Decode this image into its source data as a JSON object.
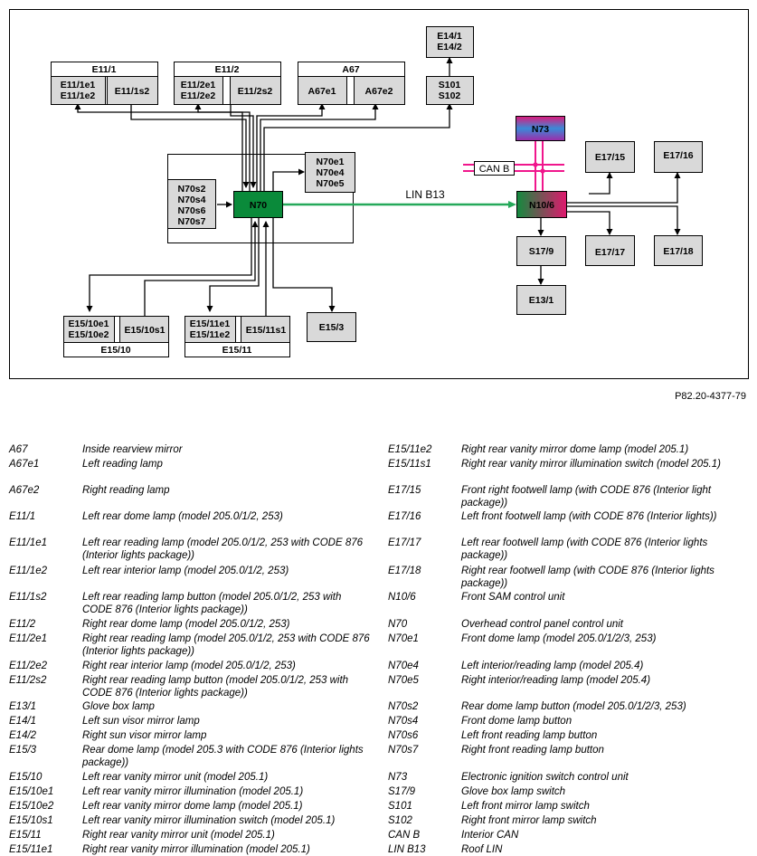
{
  "doc_id": "P82.20-4377-79",
  "diagram": {
    "groups": {
      "e11_1": "E11/1",
      "e11_2": "E11/2",
      "a67": "A67",
      "e15_10": "E15/10",
      "e15_11": "E15/11"
    },
    "boxes": {
      "e11_1e1": "E11/1e1",
      "e11_1e2": "E11/1e2",
      "e11_1s2": "E11/1s2",
      "e11_2e1": "E11/2e1",
      "e11_2e2": "E11/2e2",
      "e11_2s2": "E11/2s2",
      "a67e1": "A67e1",
      "a67e2": "A67e2",
      "e14_1": "E14/1",
      "e14_2": "E14/2",
      "s101": "S101",
      "s102": "S102",
      "n70e1": "N70e1",
      "n70e4": "N70e4",
      "n70e5": "N70e5",
      "n70s2": "N70s2",
      "n70s4": "N70s4",
      "n70s6": "N70s6",
      "n70s7": "N70s7",
      "n70": "N70",
      "n73": "N73",
      "can_b": "CAN B",
      "lin_b13": "LIN B13",
      "n10_6": "N10/6",
      "e17_15": "E17/15",
      "e17_16": "E17/16",
      "e17_17": "E17/17",
      "e17_18": "E17/18",
      "s17_9": "S17/9",
      "e13_1": "E13/1",
      "e15_10e1": "E15/10e1",
      "e15_10e2": "E15/10e2",
      "e15_10s1": "E15/10s1",
      "e15_11e1": "E15/11e1",
      "e15_11e2": "E15/11e2",
      "e15_11s1": "E15/11s1",
      "e15_3": "E15/3"
    }
  },
  "legend_left": [
    {
      "code": "A67",
      "desc": "Inside rearview mirror"
    },
    {
      "code": "A67e1",
      "desc": "Left reading lamp"
    },
    {
      "code": "A67e2",
      "desc": "Right reading lamp"
    },
    {
      "code": "E11/1",
      "desc": "Left rear dome lamp (model 205.0/1/2, 253)"
    },
    {
      "code": "E11/1e1",
      "desc": "Left rear reading lamp (model 205.0/1/2, 253 with CODE 876 (Interior lights package))"
    },
    {
      "code": "E11/1e2",
      "desc": "Left rear interior lamp (model 205.0/1/2, 253)"
    },
    {
      "code": "E11/1s2",
      "desc": "Left rear reading lamp button (model 205.0/1/2, 253 with CODE 876 (Interior lights package))"
    },
    {
      "code": "E11/2",
      "desc": "Right rear dome lamp (model 205.0/1/2, 253)"
    },
    {
      "code": "E11/2e1",
      "desc": "Right rear reading lamp (model 205.0/1/2, 253 with CODE 876 (Interior lights package))"
    },
    {
      "code": "E11/2e2",
      "desc": "Right rear interior lamp (model 205.0/1/2, 253)"
    },
    {
      "code": "E11/2s2",
      "desc": "Right rear reading lamp button (model 205.0/1/2, 253 with CODE 876 (Interior lights package))"
    },
    {
      "code": "E13/1",
      "desc": "Glove box lamp"
    },
    {
      "code": "E14/1",
      "desc": "Left sun visor mirror lamp"
    },
    {
      "code": "E14/2",
      "desc": "Right sun visor mirror lamp"
    },
    {
      "code": "E15/3",
      "desc": "Rear dome lamp (model 205.3 with CODE 876 (Interior lights package))"
    },
    {
      "code": "E15/10",
      "desc": "Left rear vanity mirror unit (model 205.1)"
    },
    {
      "code": "E15/10e1",
      "desc": "Left rear vanity mirror illumination (model 205.1)"
    },
    {
      "code": "E15/10e2",
      "desc": "Left rear vanity mirror dome lamp (model 205.1)"
    },
    {
      "code": "E15/10s1",
      "desc": "Left rear vanity mirror illumination switch (model 205.1)"
    },
    {
      "code": "E15/11",
      "desc": "Right rear vanity mirror unit (model 205.1)"
    },
    {
      "code": "E15/11e1",
      "desc": "Right rear vanity mirror illumination (model 205.1)"
    }
  ],
  "legend_right": [
    {
      "code": "E15/11e2",
      "desc": "Right rear vanity mirror dome lamp (model 205.1)"
    },
    {
      "code": "E15/11s1",
      "desc": "Right rear vanity mirror illumination switch (model 205.1)"
    },
    {
      "code": "E17/15",
      "desc": "Front right footwell lamp (with CODE 876 (Interior light package))"
    },
    {
      "code": "E17/16",
      "desc": "Left front footwell lamp (with CODE 876 (Interior lights))"
    },
    {
      "code": "E17/17",
      "desc": "Left rear footwell lamp (with CODE 876 (Interior lights package))"
    },
    {
      "code": "E17/18",
      "desc": "Right rear footwell lamp (with CODE 876 (Interior lights package))"
    },
    {
      "code": "N10/6",
      "desc": "Front SAM control unit"
    },
    {
      "code": "N70",
      "desc": "Overhead control panel control unit"
    },
    {
      "code": "N70e1",
      "desc": "Front dome lamp (model 205.0/1/2/3, 253)"
    },
    {
      "code": "N70e4",
      "desc": "Left interior/reading lamp (model 205.4)"
    },
    {
      "code": "N70e5",
      "desc": "Right interior/reading lamp (model 205.4)"
    },
    {
      "code": "N70s2",
      "desc": "Rear dome lamp button (model 205.0/1/2/3, 253)"
    },
    {
      "code": "N70s4",
      "desc": "Front dome lamp button"
    },
    {
      "code": "N70s6",
      "desc": "Left front reading lamp button"
    },
    {
      "code": "N70s7",
      "desc": "Right front reading lamp button"
    },
    {
      "code": "N73",
      "desc": "Electronic ignition switch control unit"
    },
    {
      "code": "S17/9",
      "desc": "Glove box lamp switch"
    },
    {
      "code": "S101",
      "desc": "Left front mirror lamp switch"
    },
    {
      "code": "S102",
      "desc": "Right front mirror lamp switch"
    },
    {
      "code": "CAN B",
      "desc": "Interior CAN"
    },
    {
      "code": "LIN B13",
      "desc": "Roof LIN"
    }
  ],
  "legend_left_y": [
    493,
    509,
    538,
    567,
    596,
    627,
    656,
    686,
    702,
    732,
    748,
    777,
    793,
    809,
    825,
    855,
    871,
    887,
    903,
    919,
    935
  ],
  "legend_right_y": [
    493,
    509,
    538,
    567,
    596,
    627,
    656,
    686,
    702,
    732,
    748,
    777,
    793,
    809,
    825,
    855,
    871,
    887,
    903,
    919,
    935
  ],
  "colors": {
    "box_fill": "#d9d9d9",
    "n70_green": "#0a8a3a",
    "lin_green": "#25a95a",
    "can_pink": "#f0168c",
    "n10_gradient_from": "#138a3e",
    "n10_gradient_to": "#e0186e"
  }
}
